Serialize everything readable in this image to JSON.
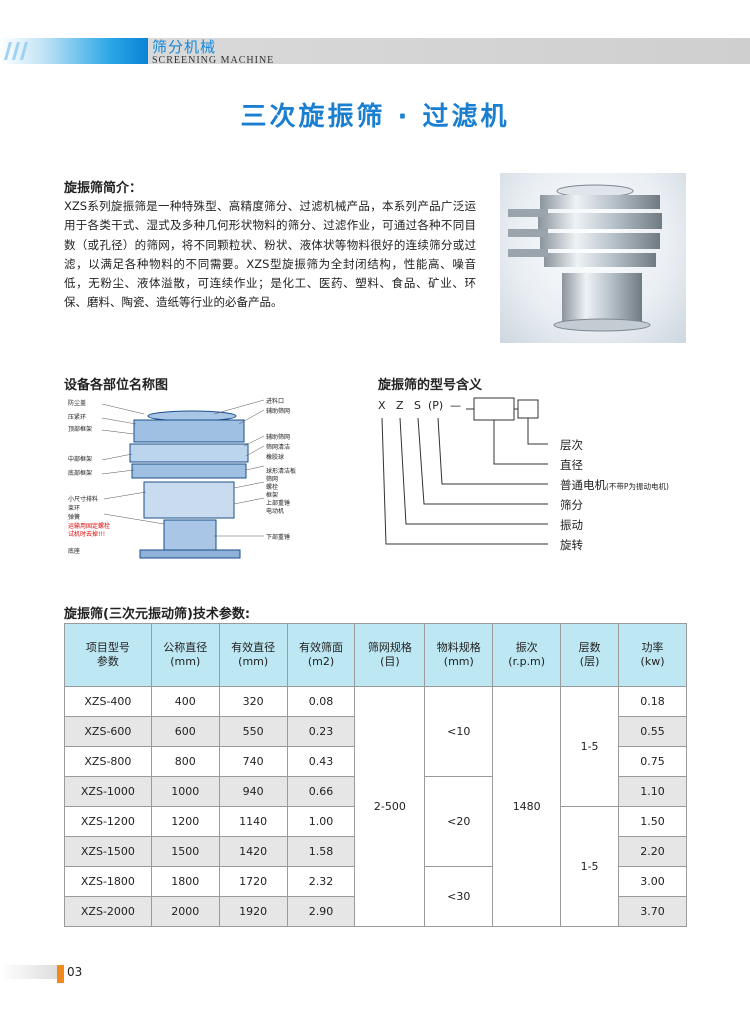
{
  "header": {
    "category_cn": "筛分机械",
    "category_en": "SCREENING MACHINE"
  },
  "page_title": "三次旋振筛 · 过滤机",
  "intro": {
    "heading": "旋振筛简介：",
    "body": "XZS系列旋振筛是一种特殊型、高精度筛分、过滤机械产品，本系列产品广泛运用于各类干式、湿式及多种几何形状物料的筛分、过滤作业，可通过各种不同目数（或孔径）的筛网，将不同颗粒状、粉状、液体状等物料很好的连续筛分或过滤，以满足各种物料的不同需要。XZS型旋振筛为全封闭结构，性能高、噪音低，无粉尘、液体溢散，可连续作业；是化工、医药、塑料、食品、矿业、环保、磨料、陶瓷、造纸等行业的必备产品。"
  },
  "parts": {
    "heading": "设备各部位名称图",
    "labels_left": [
      "防尘盖",
      "压紧环",
      "顶部框架",
      "中部框架",
      "底部框架",
      "小尺寸排料",
      "束环",
      "弹簧",
      "运输用固定螺栓",
      "试机时去掉!!!",
      "底座"
    ],
    "labels_right": [
      "进料口",
      "辅助筛网",
      "辅助筛网",
      "筛网清洁",
      "橡胶球",
      "球形清洁板",
      "筛网",
      "螺栓",
      "框架",
      "上部重锤",
      "电动机",
      "下部重锤"
    ]
  },
  "model": {
    "heading": "旋振筛的型号含义",
    "code": [
      "X",
      "Z",
      "S",
      "(P)",
      "—"
    ],
    "meanings": [
      "层次",
      "直径",
      "普通电机",
      "筛分",
      "振动",
      "旋转"
    ],
    "motor_note": "(不带P为振动电机)"
  },
  "table": {
    "heading": "旋振筛(三次元振动筛)技术参数:",
    "headers": [
      {
        "l1": "项目型号",
        "l2": "参数"
      },
      {
        "l1": "公称直径",
        "l2": "(mm)"
      },
      {
        "l1": "有效直径",
        "l2": "(mm)"
      },
      {
        "l1": "有效筛面",
        "l2": "(m2)"
      },
      {
        "l1": "筛网规格",
        "l2": "(目)"
      },
      {
        "l1": "物料规格",
        "l2": "(mm)"
      },
      {
        "l1": "振次",
        "l2": "(r.p.m)"
      },
      {
        "l1": "层数",
        "l2": "(层)"
      },
      {
        "l1": "功率",
        "l2": "(kw)"
      }
    ],
    "rows": [
      {
        "model": "XZS-400",
        "nominal": "400",
        "effective": "320",
        "area": "0.08",
        "power": "0.18"
      },
      {
        "model": "XZS-600",
        "nominal": "600",
        "effective": "550",
        "area": "0.23",
        "power": "0.55"
      },
      {
        "model": "XZS-800",
        "nominal": "800",
        "effective": "740",
        "area": "0.43",
        "power": "0.75"
      },
      {
        "model": "XZS-1000",
        "nominal": "1000",
        "effective": "940",
        "area": "0.66",
        "power": "1.10"
      },
      {
        "model": "XZS-1200",
        "nominal": "1200",
        "effective": "1140",
        "area": "1.00",
        "power": "1.50"
      },
      {
        "model": "XZS-1500",
        "nominal": "1500",
        "effective": "1420",
        "area": "1.58",
        "power": "2.20"
      },
      {
        "model": "XZS-1800",
        "nominal": "1800",
        "effective": "1720",
        "area": "2.32",
        "power": "3.00"
      },
      {
        "model": "XZS-2000",
        "nominal": "2000",
        "effective": "1920",
        "area": "2.90",
        "power": "3.70"
      }
    ],
    "mesh": "2-500",
    "material": [
      "<10",
      "<20",
      "<30"
    ],
    "vibration": "1480",
    "layers": [
      "1-5",
      "1-5"
    ]
  },
  "footer": {
    "page_number": "03"
  }
}
